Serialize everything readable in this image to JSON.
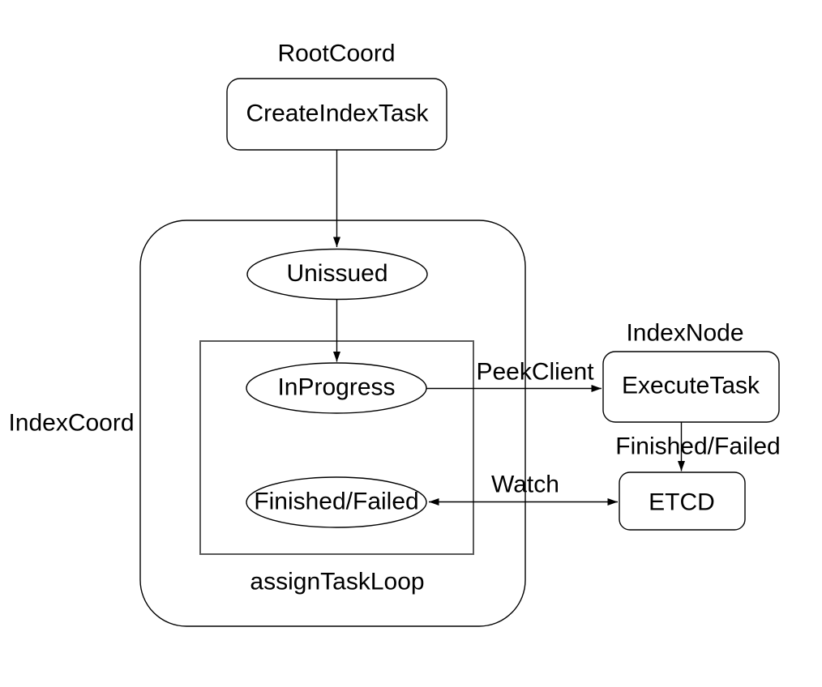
{
  "diagram": {
    "background": "#ffffff",
    "groups": {
      "root_coord": {
        "label": "RootCoord"
      },
      "index_coord": {
        "label": "IndexCoord"
      },
      "assign_task_loop": {
        "label": "assignTaskLoop"
      },
      "index_node": {
        "label": "IndexNode"
      }
    },
    "nodes": {
      "create_index_task": {
        "label": "CreateIndexTask",
        "shape": "rounded-rectangle",
        "group": "RootCoord"
      },
      "unissued": {
        "label": "Unissued",
        "shape": "ellipse",
        "group": "IndexCoord"
      },
      "in_progress": {
        "label": "InProgress",
        "shape": "ellipse",
        "group": "assignTaskLoop"
      },
      "finished_failed": {
        "label": "Finished/Failed",
        "shape": "ellipse",
        "group": "assignTaskLoop"
      },
      "execute_task": {
        "label": "ExecuteTask",
        "shape": "rounded-rectangle",
        "group": "IndexNode"
      },
      "etcd": {
        "label": "ETCD",
        "shape": "rounded-rectangle"
      }
    },
    "edges": [
      {
        "from": "CreateIndexTask",
        "to": "Unissued",
        "label": "",
        "arrow": "forward"
      },
      {
        "from": "Unissued",
        "to": "InProgress",
        "label": "",
        "arrow": "forward"
      },
      {
        "from": "InProgress",
        "to": "ExecuteTask",
        "label": "PeekClient",
        "arrow": "forward"
      },
      {
        "from": "ExecuteTask",
        "to": "ETCD",
        "label": "Finished/Failed",
        "arrow": "forward"
      },
      {
        "from": "Finished/Failed",
        "to": "ETCD",
        "label": "Watch",
        "arrow": "both"
      }
    ],
    "colors": {
      "stroke": "#000000",
      "loop_box_stroke": "#595959",
      "node_fill": "#ffffff",
      "text": "#000000"
    }
  }
}
